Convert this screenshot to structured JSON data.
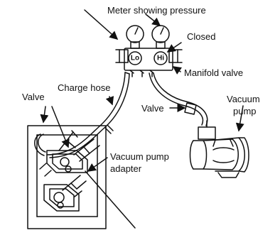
{
  "labels": {
    "meter": "Meter showing pressure",
    "closed": "Closed",
    "manifold_valve": "Manifold valve",
    "charge_hose": "Charge hose",
    "valve_left": "Valve",
    "valve_right": "Valve",
    "vacuum_pump_line1": "Vacuum",
    "vacuum_pump_line2": "pump",
    "adapter_line1": "Vacuum pump",
    "adapter_line2": "adapter"
  },
  "gauges": {
    "low_side": "Lo",
    "high_side": "Hi"
  },
  "colors": {
    "line": "#111111",
    "background": "#ffffff"
  }
}
